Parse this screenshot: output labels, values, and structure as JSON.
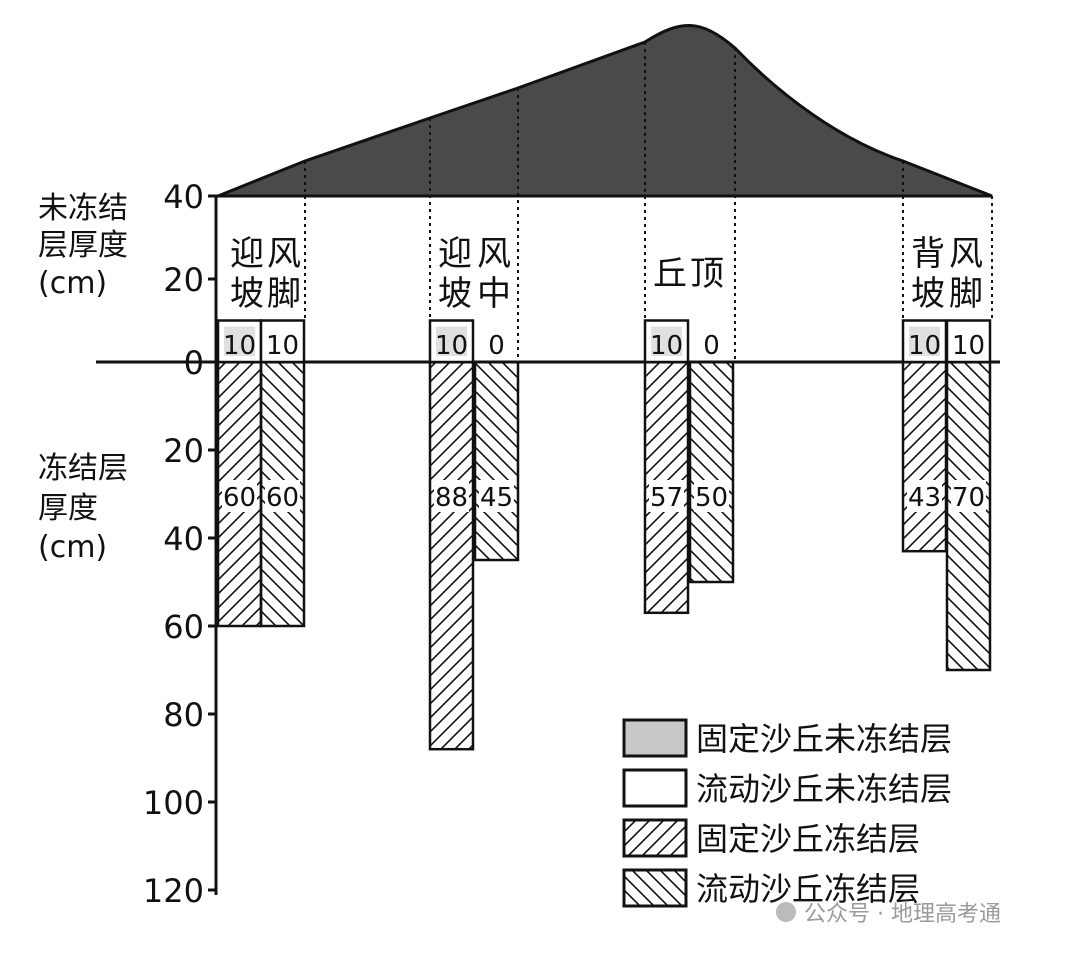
{
  "chart_data": {
    "type": "bar",
    "title": "",
    "upper_axis_label": [
      "未冻结",
      "层厚度",
      "(cm)"
    ],
    "lower_axis_label": [
      "冻结层",
      "厚度",
      "(cm)"
    ],
    "upper_ticks": [
      40,
      20,
      0
    ],
    "lower_ticks": [
      20,
      40,
      60,
      80,
      100,
      120
    ],
    "upper_range": [
      0,
      40
    ],
    "lower_range": [
      0,
      120
    ],
    "positions": [
      {
        "label": [
          "迎",
          "风",
          "坡",
          "脚"
        ]
      },
      {
        "label": [
          "迎",
          "风",
          "坡",
          "中"
        ]
      },
      {
        "label": [
          "丘",
          "顶"
        ]
      },
      {
        "label": [
          "背",
          "风",
          "坡",
          "脚"
        ]
      }
    ],
    "series": [
      {
        "name": "固定沙丘未冻结层",
        "kind": "unfrozen",
        "dune": "fixed",
        "values": [
          10,
          10,
          10,
          10
        ]
      },
      {
        "name": "流动沙丘未冻结层",
        "kind": "unfrozen",
        "dune": "mobile",
        "values": [
          10,
          0,
          0,
          10
        ]
      },
      {
        "name": "固定沙丘冻结层",
        "kind": "frozen",
        "dune": "fixed",
        "values": [
          60,
          88,
          57,
          43
        ]
      },
      {
        "name": "流动沙丘冻结层",
        "kind": "frozen",
        "dune": "mobile",
        "values": [
          60,
          45,
          50,
          70
        ]
      }
    ],
    "bar_value_labels": {
      "unfrozen": [
        [
          "10",
          "10"
        ],
        [
          "10",
          "0"
        ],
        [
          "10",
          "0"
        ],
        [
          "10",
          "10"
        ]
      ],
      "frozen": [
        [
          "60",
          "60"
        ],
        [
          "88",
          "45"
        ],
        [
          "57",
          "50"
        ],
        [
          "43",
          "70"
        ]
      ]
    },
    "legend": [
      {
        "label": "固定沙丘未冻结层",
        "swatch": "gray"
      },
      {
        "label": "流动沙丘未冻结层",
        "swatch": "white"
      },
      {
        "label": "固定沙丘冻结层",
        "swatch": "hatch-forward"
      },
      {
        "label": "流动沙丘冻结层",
        "swatch": "hatch-back"
      }
    ],
    "legend_position": "bottom-right",
    "colors": {
      "dune": "#4a4a4a",
      "fixed_unfrozen": "#c8c8c8",
      "stroke": "#111111"
    }
  },
  "watermark": "公众号 · 地理高考通"
}
